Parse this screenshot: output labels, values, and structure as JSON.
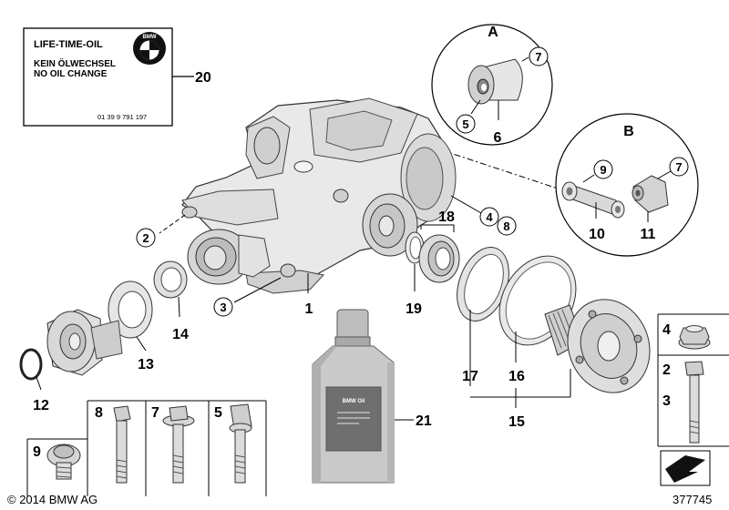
{
  "sticker": {
    "line1": "LIFE-TIME-OIL",
    "line2": "KEIN ÖLWECHSEL",
    "line3": "NO OIL CHANGE",
    "part_no": "01 39 9 791 197",
    "logo_text": "BMW"
  },
  "detail_a": {
    "title": "A",
    "labels": {
      "p7": "7",
      "p5": "5",
      "p6": "6"
    }
  },
  "detail_b": {
    "title": "B",
    "labels": {
      "p9": "9",
      "p7": "7",
      "p10": "10",
      "p11": "11"
    }
  },
  "callouts": {
    "c20": "20",
    "c2": "2",
    "c3": "3",
    "c1": "1",
    "c4": "4",
    "c8": "8",
    "c18": "18",
    "c19": "19",
    "c14": "14",
    "c13": "13",
    "c12": "12",
    "c17": "17",
    "c16": "16",
    "c15": "15",
    "c21": "21"
  },
  "bottle_label": "BMW Oil",
  "bolt_panel": {
    "b8": "8",
    "b7": "7",
    "b5": "5",
    "b9": "9"
  },
  "right_panel": {
    "r4": "4",
    "r2": "2",
    "r3": "3"
  },
  "footer": {
    "copyright": "© 2014 BMW AG",
    "diagram_no": "377745"
  }
}
